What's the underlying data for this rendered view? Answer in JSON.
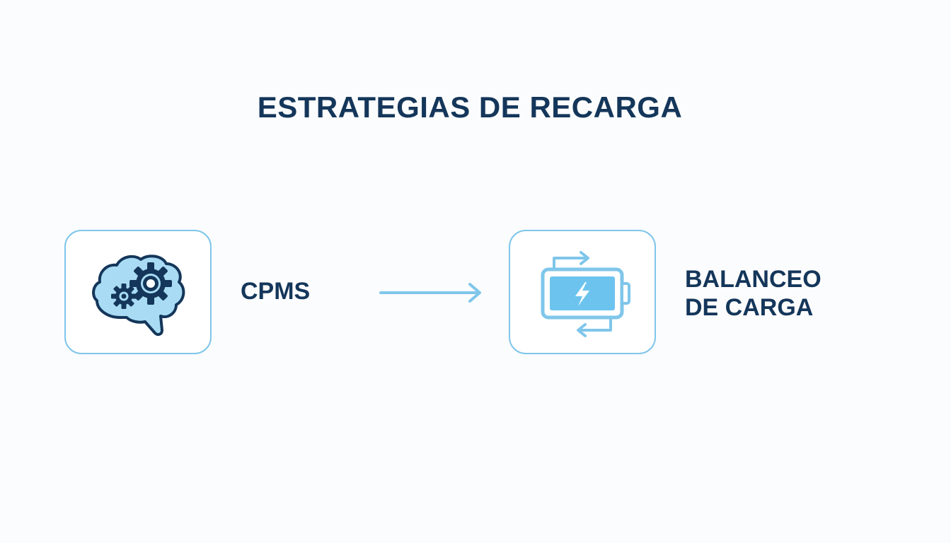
{
  "diagram": {
    "title": "ESTRATEGIAS DE RECARGA",
    "nodes": [
      {
        "id": "cpms",
        "label": "CPMS",
        "icon": "brain-gears-icon"
      },
      {
        "id": "load-balancing",
        "label_lines": [
          "BALANCEO",
          "DE CARGA"
        ],
        "icon": "battery-cycle-icon"
      }
    ],
    "edges": [
      {
        "from": "cpms",
        "to": "load-balancing",
        "style": "arrow"
      }
    ]
  },
  "colors": {
    "title_text": "#14365a",
    "label_text": "#14365a",
    "accent_light_blue": "#7fc6ea",
    "icon_fill": "#a9dcf4",
    "icon_outline": "#14365a",
    "battery_fill": "#6cc4ee"
  }
}
